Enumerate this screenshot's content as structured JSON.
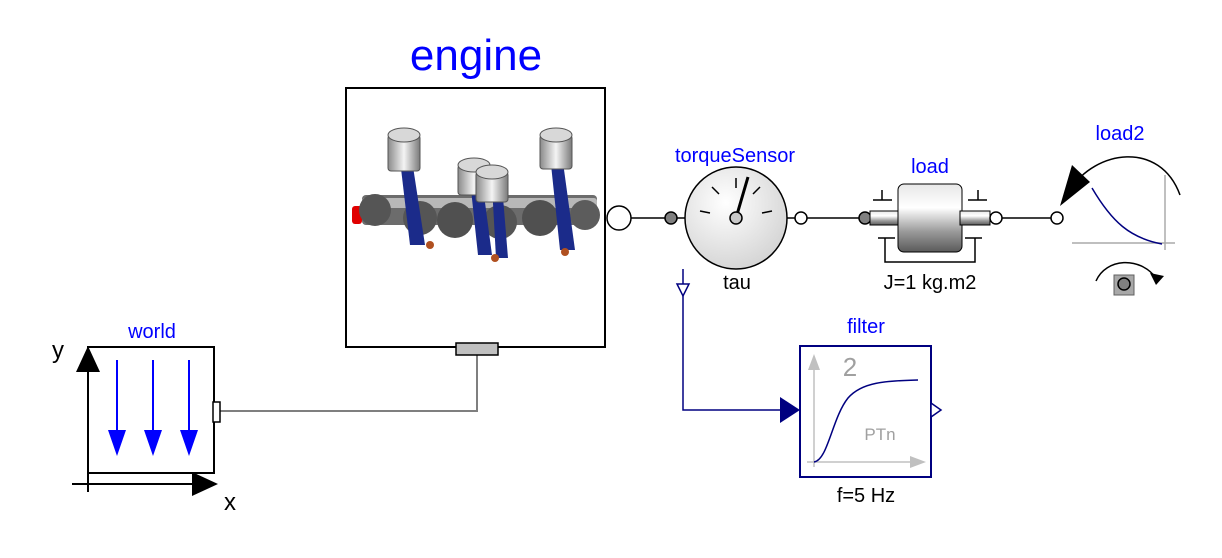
{
  "components": {
    "engine": {
      "name": "engine"
    },
    "torque_sensor": {
      "name": "torqueSensor",
      "output_label": "tau"
    },
    "load": {
      "name": "load",
      "param": "J=1 kg.m2"
    },
    "load2": {
      "name": "load2"
    },
    "world": {
      "name": "world",
      "axis_y": "y",
      "axis_x": "x"
    },
    "filter": {
      "name": "filter",
      "order": "2",
      "type_label": "PTn",
      "param": "f=5 Hz"
    }
  },
  "colors": {
    "label_blue": "#0000ff",
    "connector_navy": "#000080",
    "frame_gray": "#7f7f7f"
  }
}
